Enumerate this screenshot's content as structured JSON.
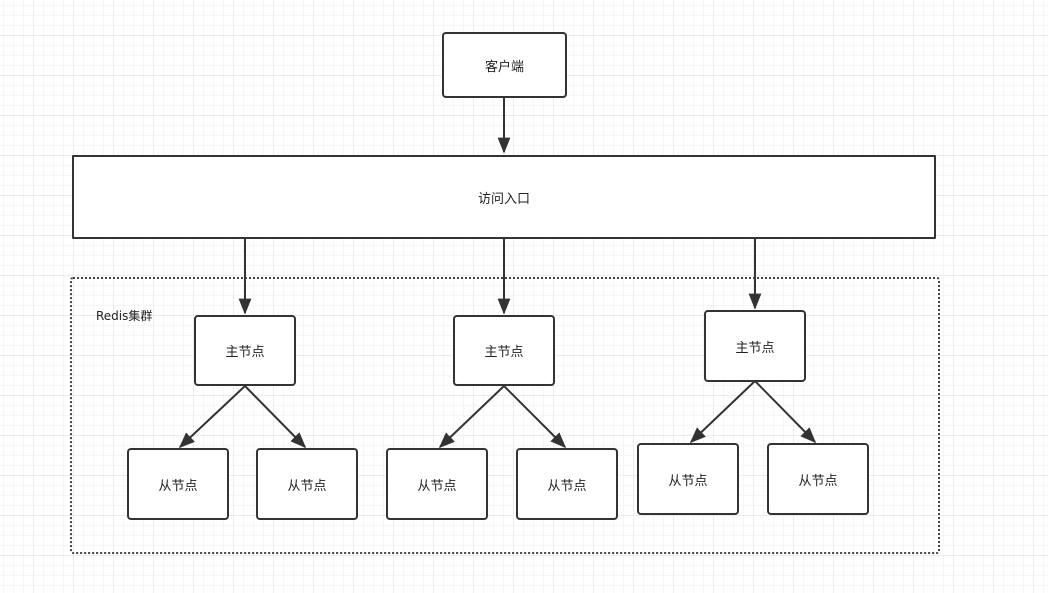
{
  "client": {
    "label": "客户端"
  },
  "gateway": {
    "label": "访问入口"
  },
  "cluster": {
    "label": "Redis集群"
  },
  "masters": [
    {
      "label": "主节点",
      "slaves": [
        {
          "label": "从节点"
        },
        {
          "label": "从节点"
        }
      ]
    },
    {
      "label": "主节点",
      "slaves": [
        {
          "label": "从节点"
        },
        {
          "label": "从节点"
        }
      ]
    },
    {
      "label": "主节点",
      "slaves": [
        {
          "label": "从节点"
        },
        {
          "label": "从节点"
        }
      ]
    }
  ]
}
